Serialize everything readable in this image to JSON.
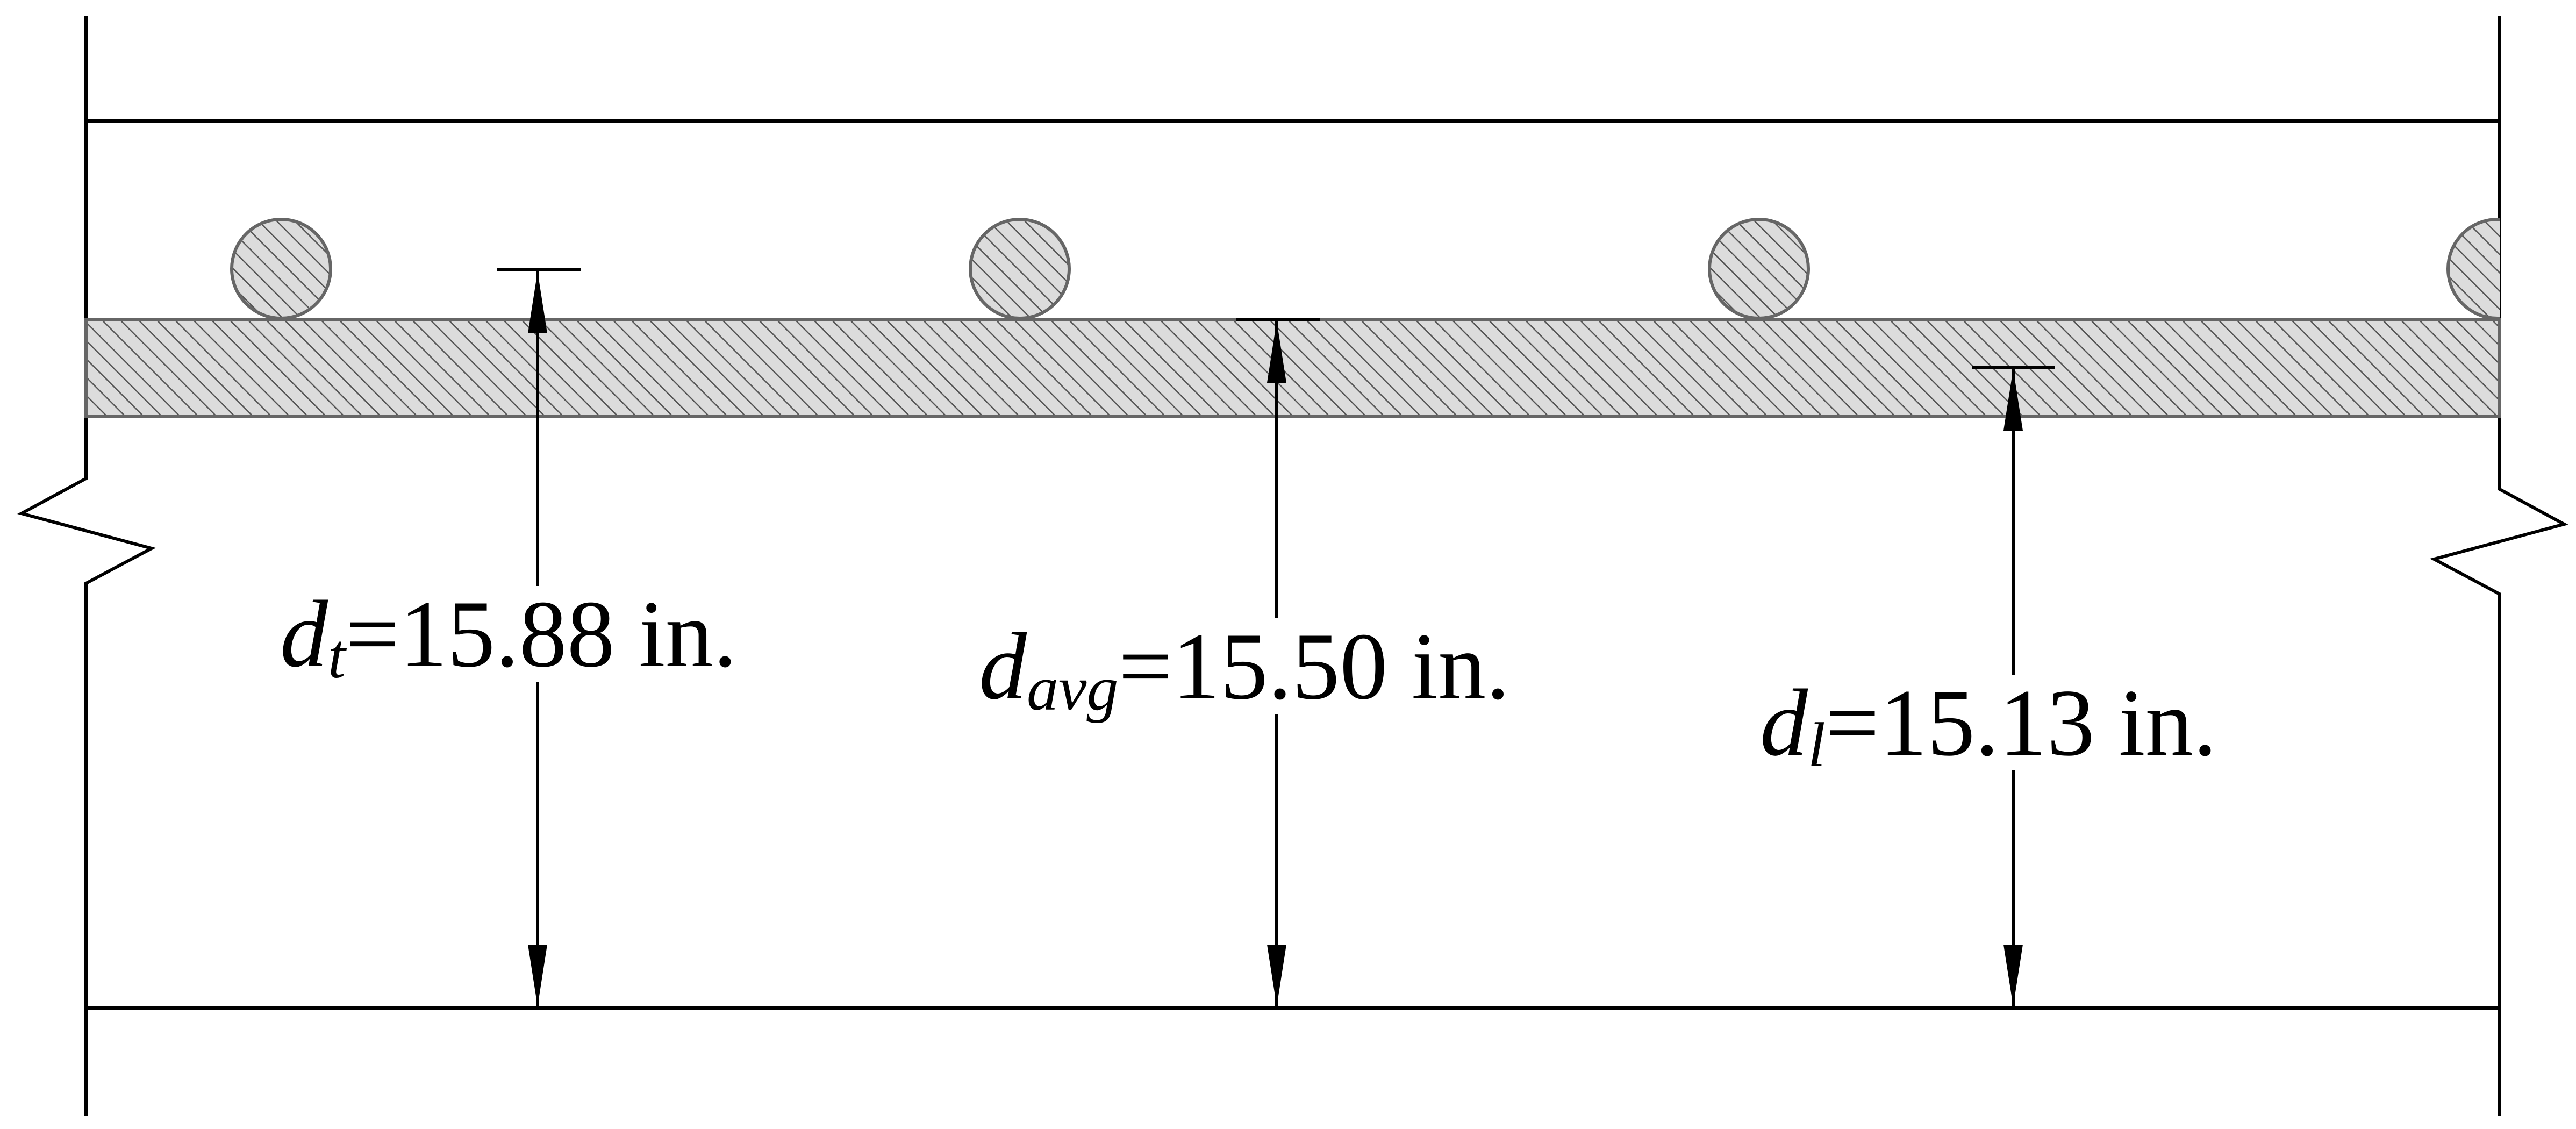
{
  "colors": {
    "line": "#000000",
    "hatch_fill": "#d9d9d9",
    "hatch_line": "#444444",
    "background": "#ffffff"
  },
  "dimensions": {
    "transverse": {
      "symbol": "d",
      "subscript": "t",
      "value": "=15.88 in."
    },
    "average": {
      "symbol": "d",
      "subscript": "avg",
      "value": "=15.50 in."
    },
    "longitudinal": {
      "symbol": "d",
      "subscript": "l",
      "value": "=15.13 in."
    }
  }
}
